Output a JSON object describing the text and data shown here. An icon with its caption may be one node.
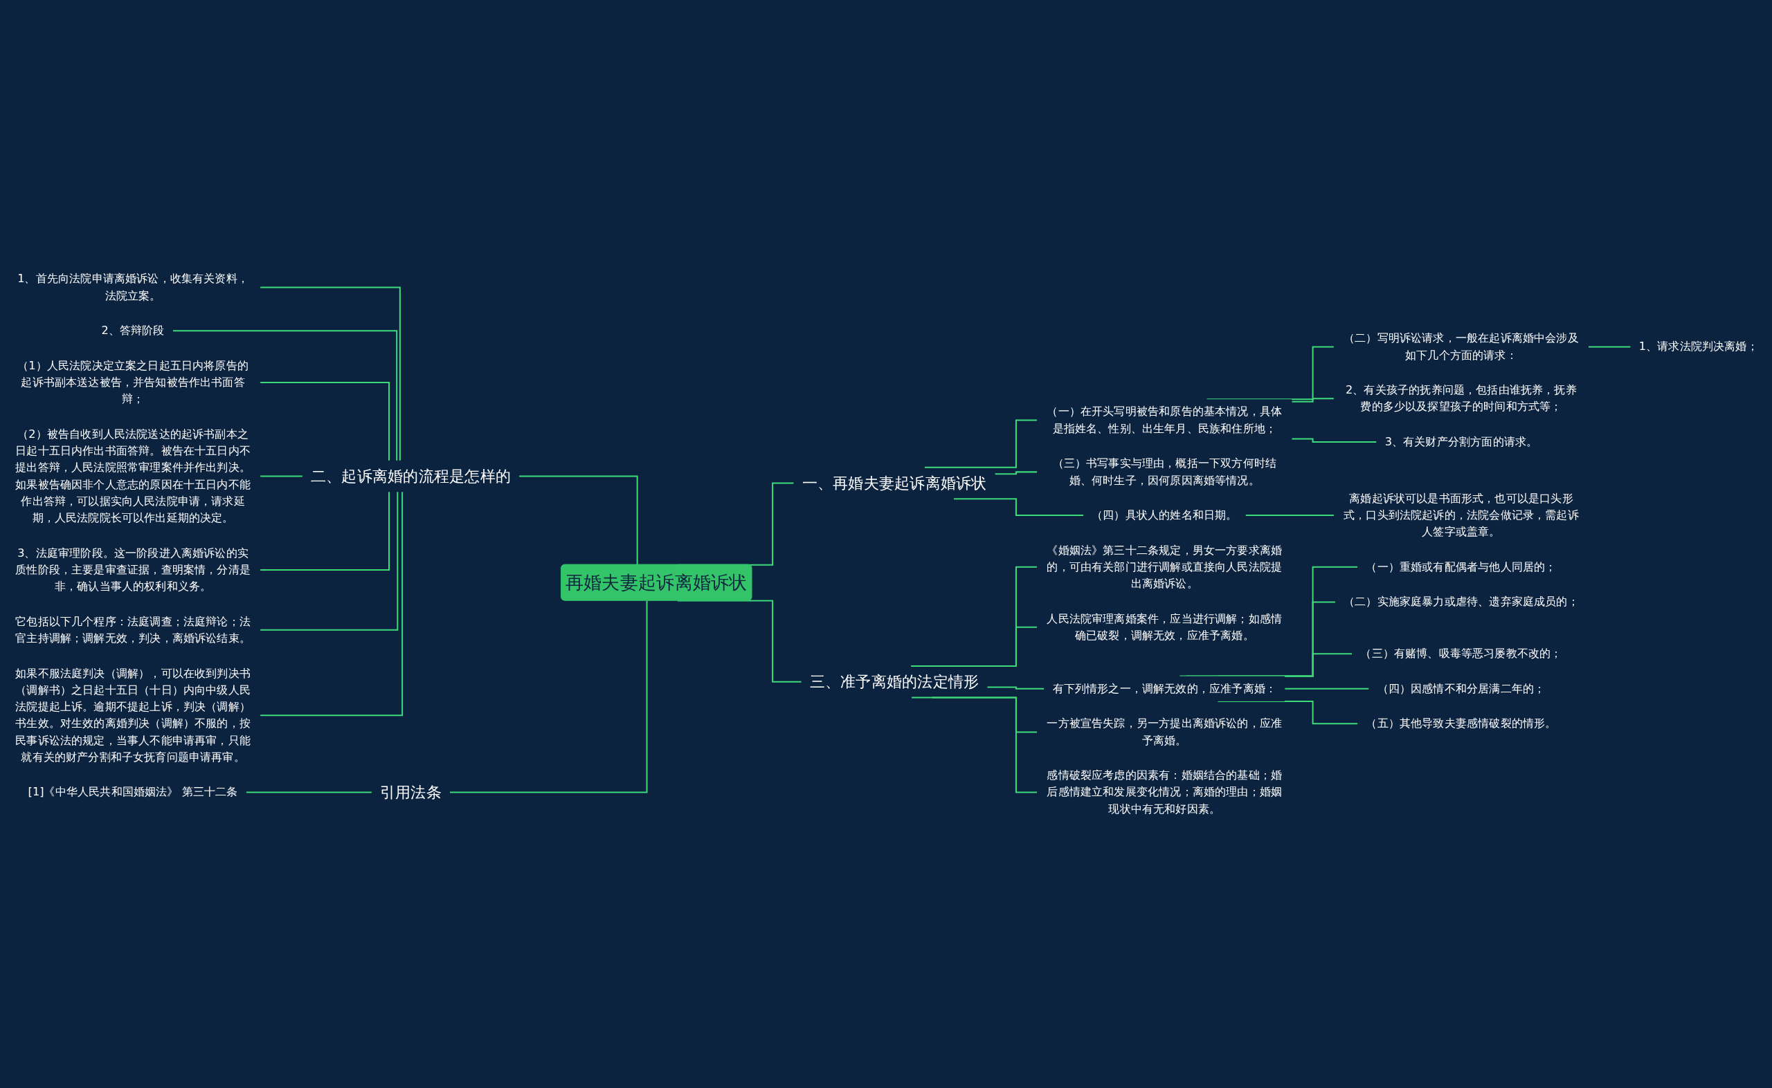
{
  "diagram": {
    "nodes": [
      {
        "text": [
          "再婚夫妻起诉离婚诉状"
        ]
      },
      {
        "text": [
          "二、起诉离婚的流程是怎样的"
        ]
      },
      {
        "text": [
          "1、首先向法院申请离婚诉讼，收集有关资料，法院立案。"
        ]
      },
      {
        "text": [
          "2、答辩阶段"
        ]
      },
      {
        "text": [
          "（1）人民法院决定立案之日起五日内将原告的起诉书副本送达被告，并告知被告作出书面答辩；"
        ]
      },
      {
        "text": [
          "（2）被告自收到人民法院送达的起诉书副本之日起十五日内作出书面答辩。被告在十五日内不提出答辩，人民法院照常审理案件并作出判决。如果被告确因非个人意志的原因在十五日内不能作出答辩，可以据实向人民法院申请，请求延期，人民法院院长可以作出延期的决定。"
        ]
      },
      {
        "text": [
          "3、法庭审理阶段。这一阶段进入离婚诉讼的实质性阶段，主要是审查证据，查明案情，分清是非，确认当事人的权利和义务。"
        ]
      },
      {
        "text": [
          "它包括以下几个程序：法庭调查；法庭辩论；法官主持调解；调解无效，判决，离婚诉讼结束。"
        ]
      },
      {
        "text": [
          "如果不服法庭判决（调解），可以在收到判决书（调解书）之日起十五日（十日）内向中级人民法院提起上诉。逾期不提起上诉，判决（调解）书生效。对生效的离婚判决（调解）不服的，按民事诉讼法的规定，当事人不能申请再审，只能就有关的财产分割和子女抚育问题申请再审。"
        ]
      },
      {
        "text": [
          "引用法条"
        ]
      },
      {
        "text": [
          "[1]《中华人民共和国婚姻法》 第三十二条"
        ]
      },
      {
        "text": [
          "一、再婚夫妻起诉离婚诉状"
        ]
      },
      {
        "text": [
          "（一）在开头写明被告和原告的基本情况，具体是指姓名、性别、出生年月、民族和住所地；"
        ]
      },
      {
        "text": [
          "（二）写明诉讼请求，一般在起诉离婚中会涉及如下几个方面的请求："
        ]
      },
      {
        "text": [
          "1、请求法院判决离婚；"
        ]
      },
      {
        "text": [
          "2、有关孩子的抚养问题，包括由谁抚养，抚养费的多少以及探望孩子的时间和方式等；"
        ]
      },
      {
        "text": [
          "3、有关财产分割方面的请求。"
        ]
      },
      {
        "text": [
          "（三）书写事实与理由，概括一下双方何时结婚、何时生子，因何原因离婚等情况。"
        ]
      },
      {
        "text": [
          "（四）具状人的姓名和日期。"
        ]
      },
      {
        "text": [
          "离婚起诉状可以是书面形式，也可以是口头形式，口头到法院起诉的，法院会做记录，需起诉人签字或盖章。"
        ]
      },
      {
        "text": [
          "三、准予离婚的法定情形"
        ]
      },
      {
        "text": [
          "《婚姻法》第三十二条规定，男女一方要求离婚的，可由有关部门进行调解或直接向人民法院提出离婚诉讼。"
        ]
      },
      {
        "text": [
          "人民法院审理离婚案件，应当进行调解；如感情确已破裂，调解无效，应准予离婚。"
        ]
      },
      {
        "text": [
          "有下列情形之一，调解无效的，应准予离婚："
        ]
      },
      {
        "text": [
          "（一）重婚或有配偶者与他人同居的；"
        ]
      },
      {
        "text": [
          "（二）实施家庭暴力或虐待、遗弃家庭成员的；"
        ]
      },
      {
        "text": [
          "（三）有赌博、吸毒等恶习屡教不改的；"
        ]
      },
      {
        "text": [
          "（四）因感情不和分居满二年的；"
        ]
      },
      {
        "text": [
          "（五）其他导致夫妻感情破裂的情形。"
        ]
      },
      {
        "text": [
          "一方被宣告失踪，另一方提出离婚诉讼的，应准予离婚。"
        ]
      },
      {
        "text": [
          "感情破裂应考虑的因素有：婚姻结合的基础；婚后感情建立和发展变化情况；离婚的理由；婚姻现状中有无和好因素。"
        ]
      }
    ],
    "edges": [
      {
        "from": 1,
        "to": 0,
        "arrow": "none"
      },
      {
        "from": 2,
        "to": 1,
        "arrow": "none"
      },
      {
        "from": 3,
        "to": 1,
        "arrow": "none"
      },
      {
        "from": 4,
        "to": 1,
        "arrow": "none"
      },
      {
        "from": 5,
        "to": 1,
        "arrow": "none"
      },
      {
        "from": 6,
        "to": 1,
        "arrow": "none"
      },
      {
        "from": 7,
        "to": 1,
        "arrow": "none"
      },
      {
        "from": 8,
        "to": 1,
        "arrow": "none"
      },
      {
        "from": 9,
        "to": 0,
        "arrow": "none"
      },
      {
        "from": 10,
        "to": 9,
        "arrow": "none"
      },
      {
        "from": 0,
        "to": 11,
        "arrow": "none"
      },
      {
        "from": 11,
        "to": 12,
        "arrow": "none"
      },
      {
        "from": 12,
        "to": 13,
        "arrow": "none"
      },
      {
        "from": 13,
        "to": 14,
        "arrow": "none"
      },
      {
        "from": 12,
        "to": 15,
        "arrow": "none"
      },
      {
        "from": 12,
        "to": 16,
        "arrow": "none"
      },
      {
        "from": 11,
        "to": 17,
        "arrow": "none"
      },
      {
        "from": 11,
        "to": 18,
        "arrow": "none"
      },
      {
        "from": 18,
        "to": 19,
        "arrow": "none"
      },
      {
        "from": 0,
        "to": 20,
        "arrow": "none"
      },
      {
        "from": 20,
        "to": 21,
        "arrow": "none"
      },
      {
        "from": 20,
        "to": 22,
        "arrow": "none"
      },
      {
        "from": 20,
        "to": 23,
        "arrow": "none"
      },
      {
        "from": 23,
        "to": 24,
        "arrow": "none"
      },
      {
        "from": 23,
        "to": 25,
        "arrow": "none"
      },
      {
        "from": 23,
        "to": 26,
        "arrow": "none"
      },
      {
        "from": 23,
        "to": 27,
        "arrow": "none"
      },
      {
        "from": 23,
        "to": 28,
        "arrow": "none"
      },
      {
        "from": 20,
        "to": 29,
        "arrow": "none"
      },
      {
        "from": 20,
        "to": 30,
        "arrow": "none"
      }
    ]
  }
}
